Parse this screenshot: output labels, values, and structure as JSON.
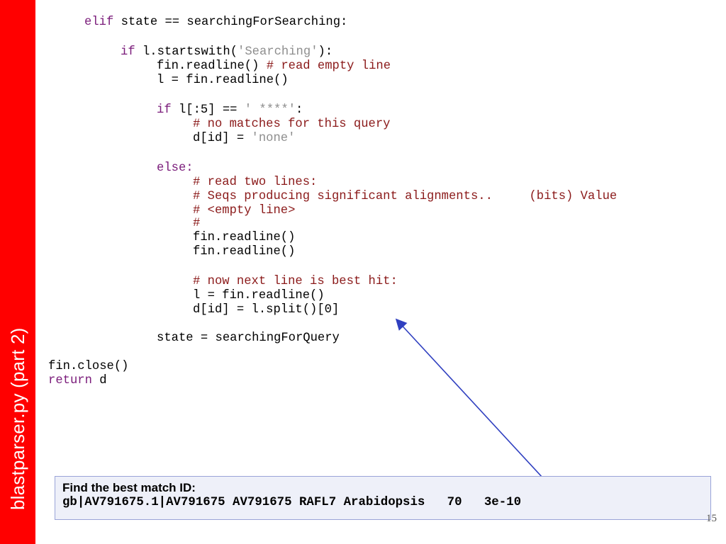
{
  "slide": {
    "sidebar_title": "blastparser.py  (part 2)",
    "page_number": "15",
    "accent_color": "#ff0000"
  },
  "code": {
    "elif_keyword": "elif",
    "elif_rest": " state == searchingForSearching:",
    "if1_keyword": "if",
    "if1_pre": " l.startswith(",
    "if1_string": "'Searching'",
    "if1_post": "):",
    "readline_empty_code": "fin.readline() ",
    "readline_empty_comment": "# read empty line",
    "assign_l_1": "l = fin.readline()",
    "if2_keyword": "if",
    "if2_pre": " l[:5] == ",
    "if2_string": "' ****'",
    "if2_post": ":",
    "comment_no_matches": "# no matches for this query",
    "assign_none_pre": "d[id] = ",
    "assign_none_string": "'none'",
    "else_keyword": "else:",
    "comment_read_two": "# read two lines:",
    "comment_seqs": "# Seqs producing significant alignments..     (bits) Value",
    "comment_empty_line": "# <empty line>",
    "comment_hash": "#",
    "readline_a": "fin.readline()",
    "readline_b": "fin.readline()",
    "comment_best_hit": "# now next line is best hit:",
    "assign_l_2": "l = fin.readline()",
    "assign_split": "d[id] = l.split()[0]",
    "assign_state": "state = searchingForQuery",
    "close_call": "fin.close()",
    "return_keyword": "return",
    "return_rest": " d"
  },
  "callout": {
    "title": "Find the best match ID:",
    "value": "gb|AV791675.1|AV791675 AV791675 RAFL7 Arabidopsis   70   3e-10",
    "background": "#eef0f9",
    "arrow_color": "#3040c0"
  }
}
